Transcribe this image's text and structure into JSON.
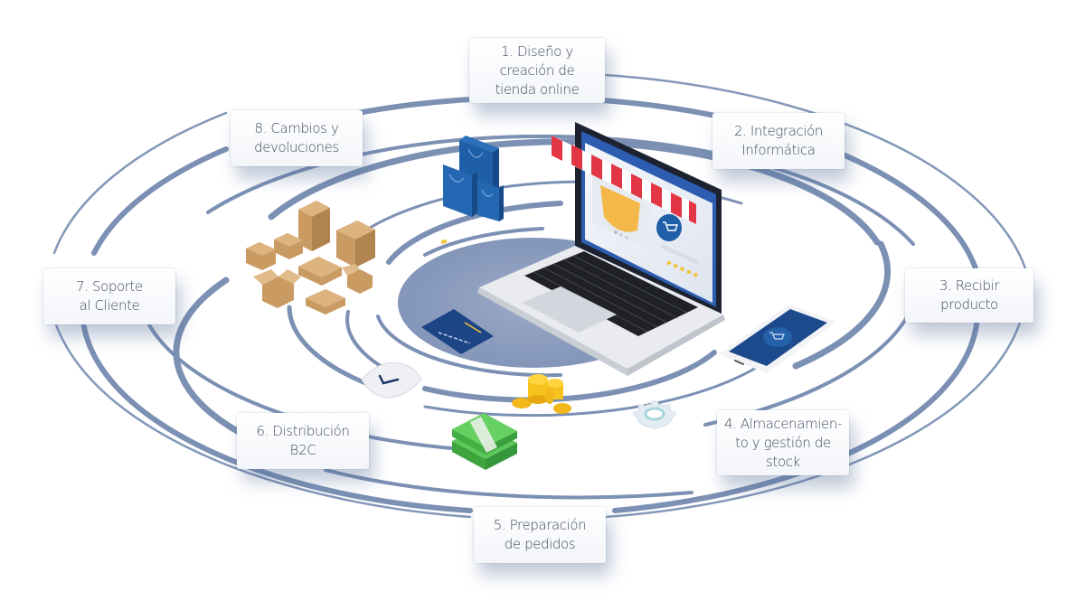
{
  "diagram": {
    "type": "circular-process",
    "theme_colors": {
      "ring": "#7f93b5",
      "ring_dark": "#6b81a8",
      "center_disc": "#8c9dbd",
      "text": "#3e4a5e",
      "awning_red": "#e23645",
      "bag_blue": "#1f5fa8",
      "screen_blue": "#1b4a8a",
      "box_brown": "#c99a62",
      "coin_yellow": "#f7c21c",
      "cash_green": "#49b649"
    },
    "steps": [
      {
        "number": 1,
        "label": "1. Diseño y\ncreación de\ntienda online"
      },
      {
        "number": 2,
        "label": "2. Integración\nInformática"
      },
      {
        "number": 3,
        "label": "3. Recibir\nproducto"
      },
      {
        "number": 4,
        "label": "4. Almacenamien-\nto y gestión de\nstock"
      },
      {
        "number": 5,
        "label": "5. Preparación\nde pedidos"
      },
      {
        "number": 6,
        "label": "6. Distribución\nB2C"
      },
      {
        "number": 7,
        "label": "7. Soporte\nal Cliente"
      },
      {
        "number": 8,
        "label": "8. Cambios y\ndevoluciones"
      }
    ],
    "illustrations": [
      "laptop-storefront",
      "shopping-bags",
      "cardboard-boxes",
      "credit-card",
      "security-shield",
      "gold-coins",
      "cash-stack",
      "gear",
      "smartphone-cart"
    ]
  }
}
